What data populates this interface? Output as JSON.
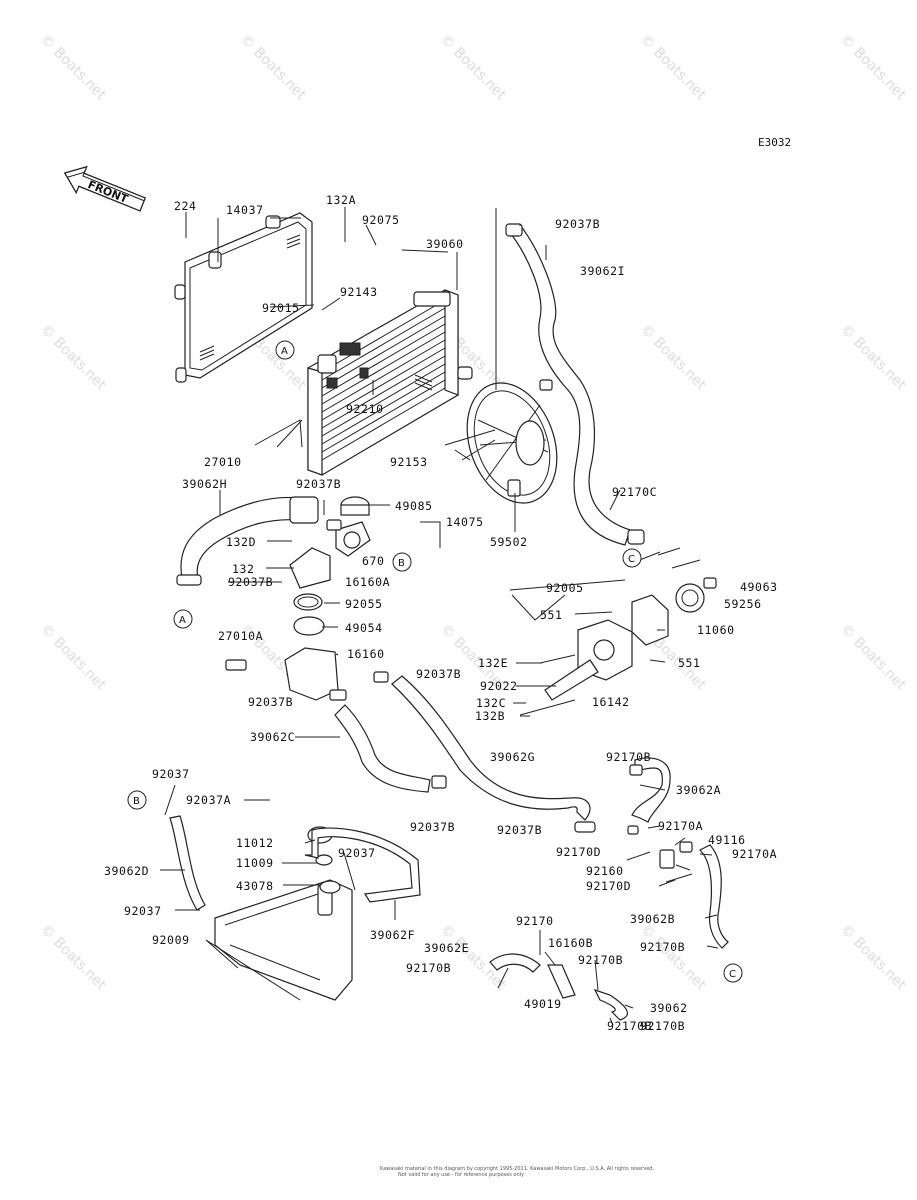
{
  "diagram": {
    "code": "E3032",
    "front_label": "FRONT",
    "watermark": "© Boats.net",
    "copyright_line1": "Kawasaki material in this diagram by copyright 1995-2011. Kawasaki Motors Corp., U.S.A. All rights reserved.",
    "copyright_line2": "Not valid for any use - for reference purposes only",
    "refs": [
      "A",
      "B",
      "C"
    ],
    "labels": [
      "224",
      "14037",
      "132A",
      "92075",
      "39060",
      "92037B",
      "39062I",
      "92143",
      "92015",
      "92210",
      "27010",
      "92153",
      "39062H",
      "92037B",
      "49085",
      "14075",
      "132D",
      "670",
      "132",
      "16160A",
      "92037B",
      "92170C",
      "92005",
      "49063",
      "59256",
      "59502",
      "92055",
      "49054",
      "551",
      "11060",
      "27010A",
      "16160",
      "92037B",
      "132E",
      "551",
      "92022",
      "16142",
      "132C",
      "132B",
      "92037B",
      "39062C",
      "39062G",
      "92170B",
      "39062A",
      "92037",
      "92037A",
      "92037B",
      "92037B",
      "92170A",
      "49116",
      "92170A",
      "11012",
      "92170D",
      "11009",
      "92037",
      "92160",
      "92170D",
      "43078",
      "39062D",
      "92037",
      "39062F",
      "92170",
      "39062B",
      "16160B",
      "92009",
      "39062E",
      "92170B",
      "92170B",
      "92170B",
      "92170B",
      "49019",
      "39062",
      "92170B"
    ]
  }
}
